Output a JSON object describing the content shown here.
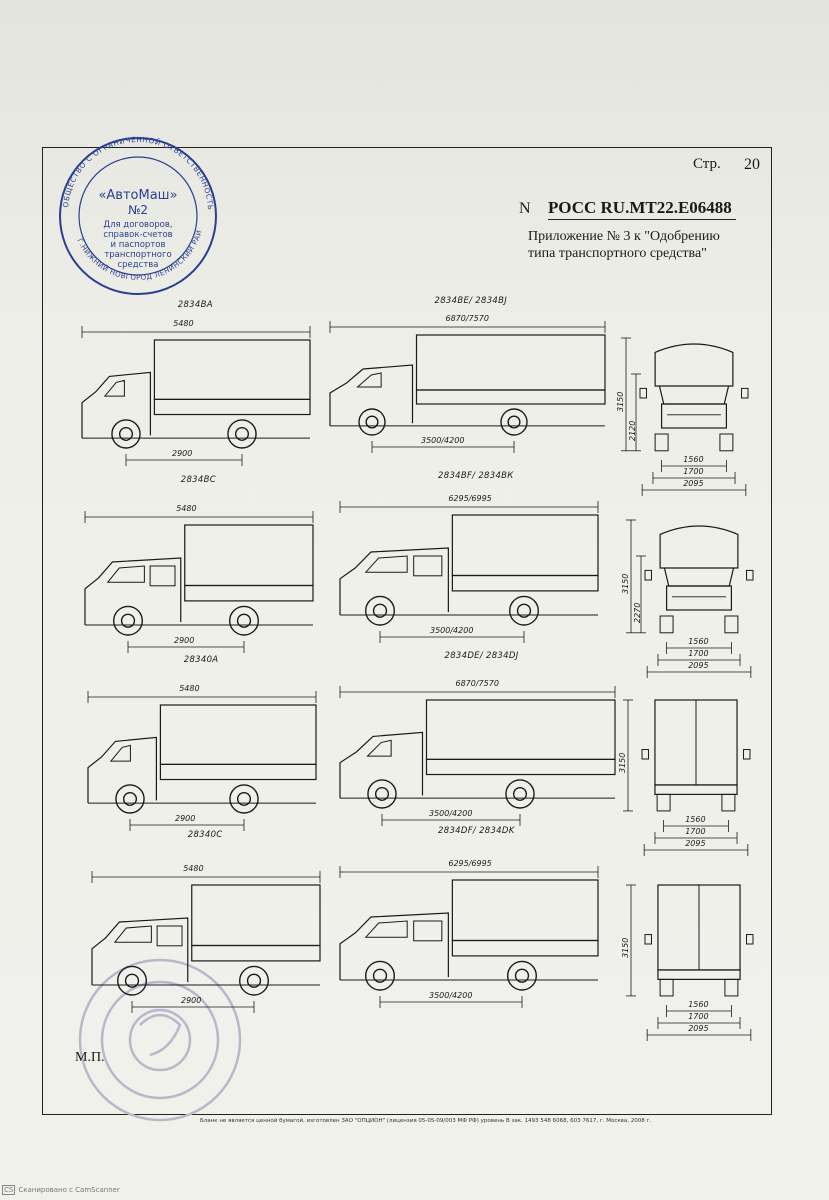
{
  "header": {
    "page_label": "Стр.",
    "page_number": "20",
    "cert_prefix": "N",
    "cert_number": "РОСС RU.MT22.E06488",
    "appendix_line1": "Приложение № 3 к \"Одобрению",
    "appendix_line2": "типа транспортного средства\""
  },
  "stamp": {
    "ring_text": "ОБЩЕСТВО С ОГРАНИЧЕННОЙ ОТВЕТСТВЕННОСТЬЮ",
    "ring_text_bottom": "Г.НИЖНИЙ НОВГОРОД ЛЕНИНСКИЙ РАЙОН",
    "name": "«АвтоМаш»",
    "number": "№2",
    "purpose_1": "Для договоров,",
    "purpose_2": "справок-счетов",
    "purpose_3": "и паспортов",
    "purpose_4": "транспортного",
    "purpose_5": "средства"
  },
  "rows": [
    {
      "left_model": "2834ВА",
      "left_length": "5480",
      "left_wheelbase": "2900",
      "mid_model": "2834ВЕ/ 2834ВJ",
      "mid_length": "6870/7570",
      "mid_wheelbase": "3500/4200",
      "height_total": "3150",
      "height_cab": "2120",
      "track": "1560",
      "width_body": "1700",
      "width_total": "2095"
    },
    {
      "left_model": "2834ВС",
      "left_length": "5480",
      "left_wheelbase": "2900",
      "mid_model": "2834ВF/ 2834ВК",
      "mid_length": "6295/6995",
      "mid_wheelbase": "3500/4200",
      "height_total": "3150",
      "height_cab": "2270",
      "track": "1560",
      "width_body": "1700",
      "width_total": "2095"
    },
    {
      "left_model": "28340А",
      "left_length": "5480",
      "left_wheelbase": "2900",
      "mid_model": "2834DE/ 2834DJ",
      "mid_length": "6870/7570",
      "mid_wheelbase": "3500/4200",
      "height_total": "3150",
      "height_cab": "",
      "track": "1560",
      "width_body": "1700",
      "width_total": "2095"
    },
    {
      "left_model": "28340С",
      "left_length": "5480",
      "left_wheelbase": "2900",
      "mid_model": "2834DF/ 2834DK",
      "mid_length": "6295/6995",
      "mid_wheelbase": "3500/4200",
      "height_total": "3150",
      "height_cab": "",
      "track": "1560",
      "width_body": "1700",
      "width_total": "2095"
    }
  ],
  "footer": {
    "seal_label": "М.П.",
    "print_note": "Бланк не является ценной бумагой, изготовлен ЗАО \"ОПЦИОН\" (лицензия 05-05-09/003 МФ РФ) уровень В зак. 1493 548 6068, 603 7617, г. Москва, 2008 г.",
    "scanner_badge": "CS",
    "scanner_text": "Сканировано с CamScanner"
  },
  "colors": {
    "ink": "#1a1a1a",
    "stamp_blue": "#2a3f8f",
    "faded_stamp": "#b8b8c8",
    "paper": "#efefea"
  }
}
